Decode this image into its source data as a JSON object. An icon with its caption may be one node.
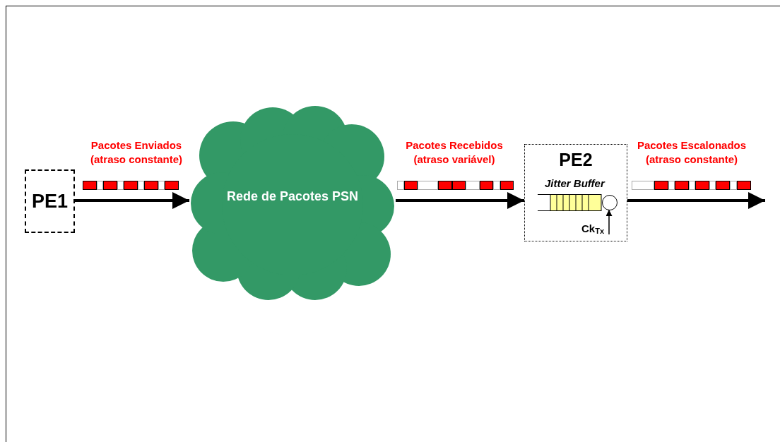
{
  "diagram": {
    "nodes": [
      {
        "text": [
          "PE1"
        ]
      },
      {
        "text": [
          "Rede de Pacotes PSN"
        ]
      },
      {
        "text": [
          "PE2"
        ]
      },
      {
        "text": [
          "Jitter Buffer"
        ],
        "in": 2
      },
      {
        "text": [],
        "shape": "circle",
        "in": 2
      },
      {
        "text": [
          "Ck$_{Tx}$"
        ],
        "in": 2
      }
    ],
    "edges": [
      {
        "from": 0,
        "to": 1,
        "arrow": "to",
        "label": "Pacotes Enviados (atraso constante)"
      },
      {
        "from": 1,
        "to": 2,
        "arrow": "to",
        "label": "Pacotes Recebidos (atraso variável)"
      },
      {
        "from": 2,
        "to": null,
        "arrow": "to",
        "label": "Pacotes Escalonados (atraso constante)"
      },
      {
        "from": 5,
        "to": 4,
        "arrow": "to"
      }
    ]
  }
}
